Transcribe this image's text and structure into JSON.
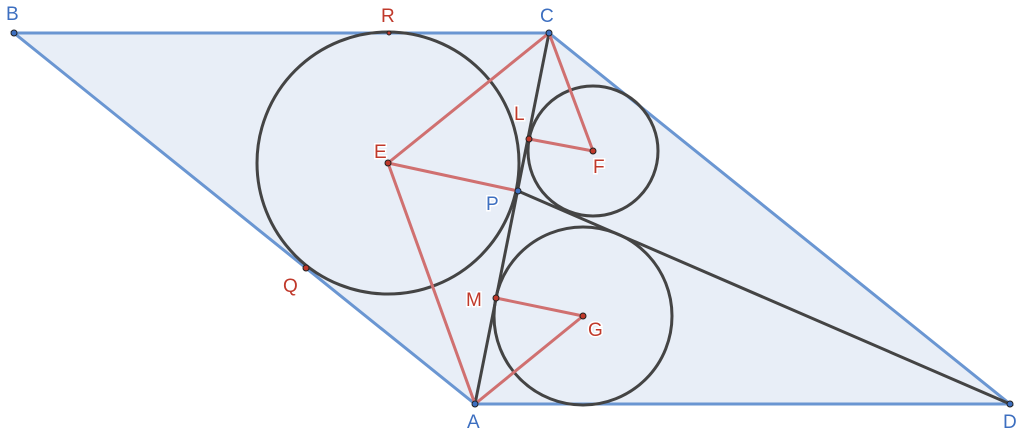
{
  "points": {
    "A": "A",
    "B": "B",
    "C": "C",
    "D": "D",
    "E": "E",
    "F": "F",
    "G": "G",
    "L": "L",
    "M": "M",
    "P": "P",
    "Q": "Q",
    "R": "R"
  },
  "colors": {
    "parallelogram_fill": "#e8eef7",
    "parallelogram_edge": "#6a96d2",
    "circle_stroke": "#444444",
    "red_segment": "#d07070",
    "blue_label": "#3d6fc0",
    "red_label": "#c0392b"
  }
}
